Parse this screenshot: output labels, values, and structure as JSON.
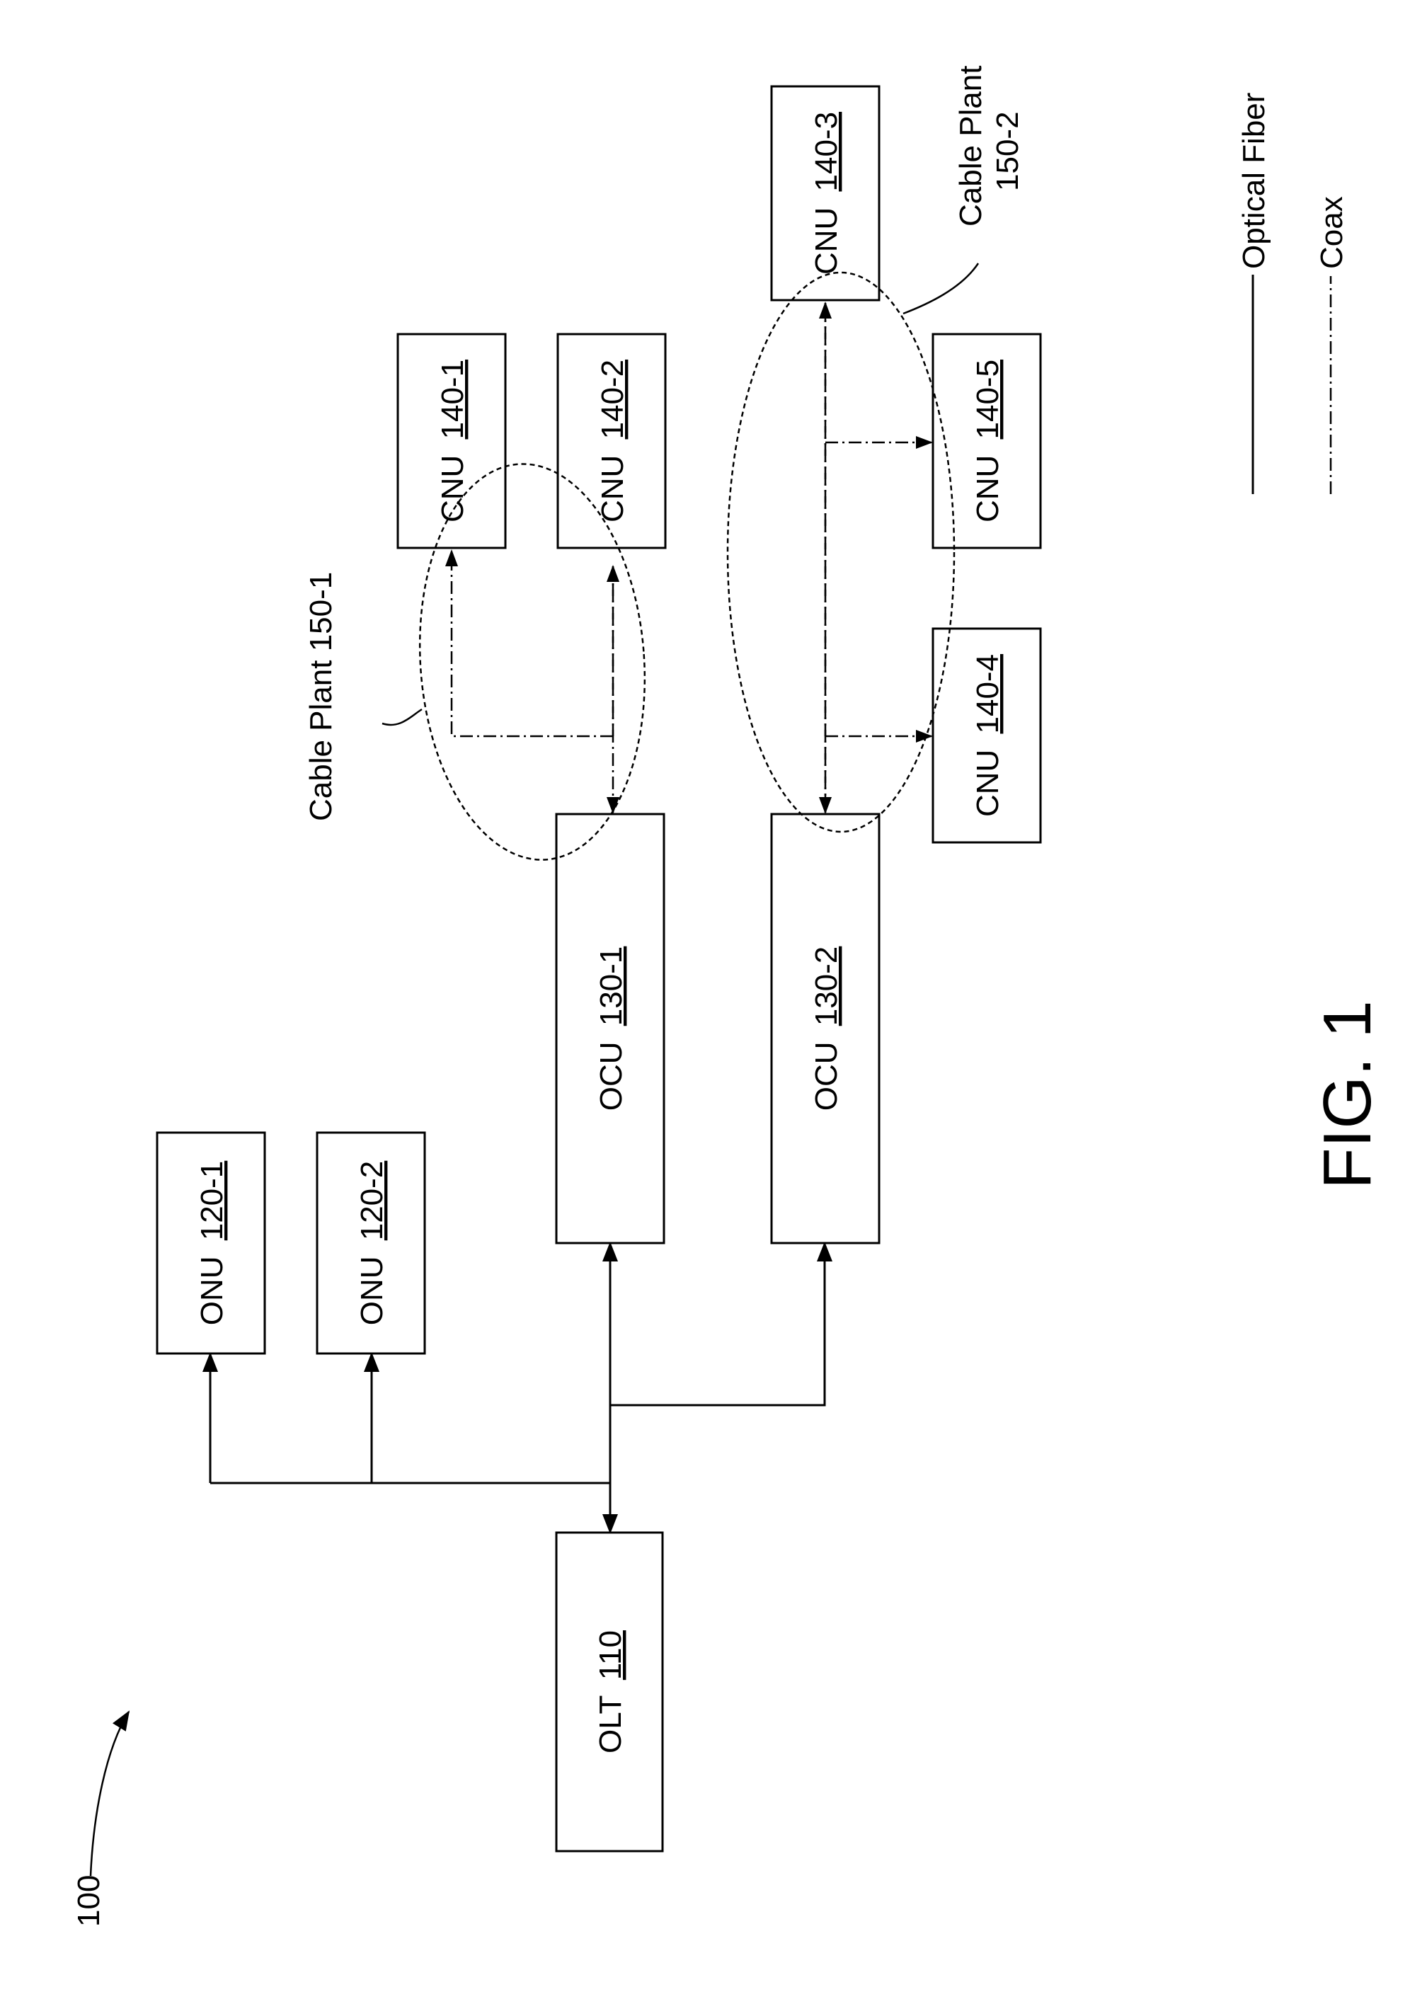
{
  "figure": {
    "ref_number": "100",
    "caption": "FIG. 1"
  },
  "nodes": {
    "olt": {
      "name": "OLT",
      "ref": "110"
    },
    "onu1": {
      "name": "ONU",
      "ref": "120-1"
    },
    "onu2": {
      "name": "ONU",
      "ref": "120-2"
    },
    "ocu1": {
      "name": "OCU",
      "ref": "130-1"
    },
    "ocu2": {
      "name": "OCU",
      "ref": "130-2"
    },
    "cnu1": {
      "name": "CNU",
      "ref": "140-1"
    },
    "cnu2": {
      "name": "CNU",
      "ref": "140-2"
    },
    "cnu3": {
      "name": "CNU",
      "ref": "140-3"
    },
    "cnu4": {
      "name": "CNU",
      "ref": "140-4"
    },
    "cnu5": {
      "name": "CNU",
      "ref": "140-5"
    }
  },
  "cable_plants": {
    "plant1": {
      "label": "Cable Plant 150-1"
    },
    "plant2": {
      "label_line1": "Cable Plant",
      "label_line2": "150-2"
    }
  },
  "legend": {
    "fiber_label": "Optical Fiber",
    "coax_label": "Coax"
  }
}
